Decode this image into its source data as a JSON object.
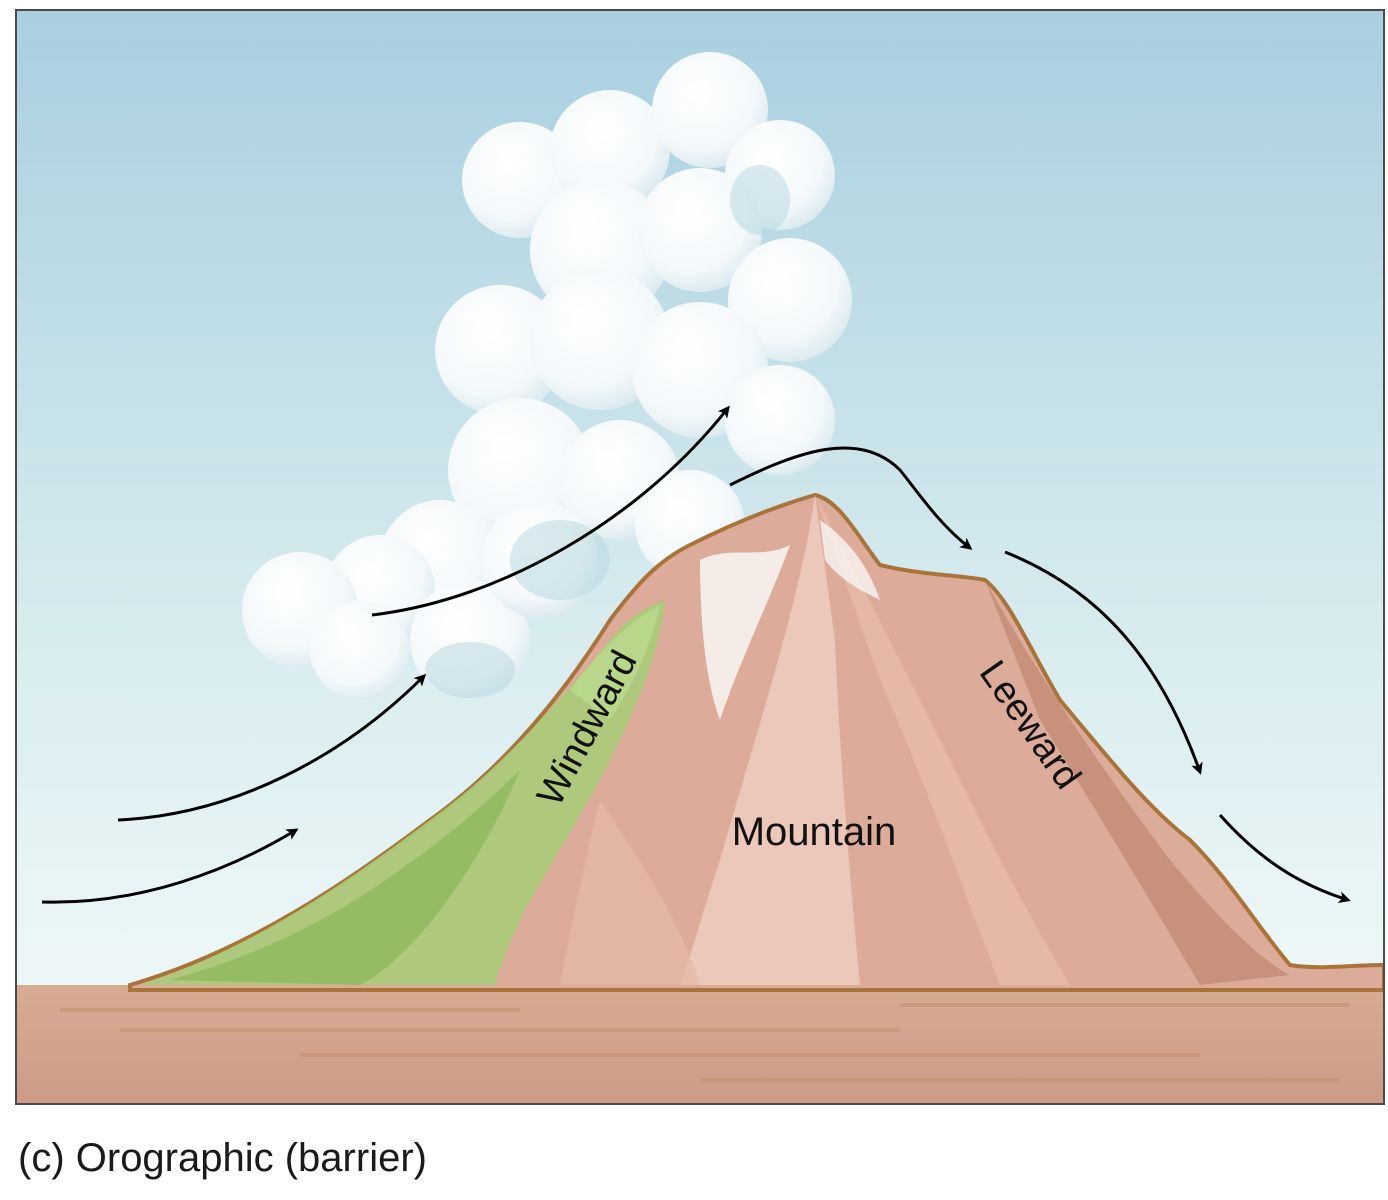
{
  "diagram": {
    "labels": {
      "windward": "Windward",
      "leeward": "Leeward",
      "mountain": "Mountain"
    },
    "caption": "(c) Orographic (barrier)"
  },
  "colors": {
    "sky_top": "#a9cfe0",
    "sky_bottom": "#f4fafb",
    "mountain": "#d9a898",
    "mountain_outline": "#a9743a",
    "vegetation": "#a8cc78",
    "ground": "#d3a58e",
    "arrow": "#000000",
    "frame": "#4a4a4a"
  },
  "icons": {
    "cloud": "cloud-shape",
    "airflow": "arrow-curve"
  }
}
